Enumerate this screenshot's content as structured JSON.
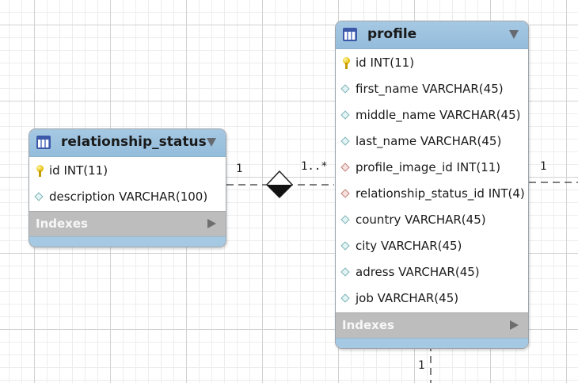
{
  "tables": {
    "relationship_status": {
      "title": "relationship_status",
      "columns": [
        {
          "icon": "primary-key",
          "text": "id INT(11)"
        },
        {
          "icon": "column",
          "text": "description VARCHAR(100)"
        }
      ],
      "indexes_label": "Indexes"
    },
    "profile": {
      "title": "profile",
      "columns": [
        {
          "icon": "primary-key",
          "text": "id INT(11)"
        },
        {
          "icon": "column",
          "text": "first_name VARCHAR(45)"
        },
        {
          "icon": "column",
          "text": "middle_name VARCHAR(45)"
        },
        {
          "icon": "column",
          "text": "last_name VARCHAR(45)"
        },
        {
          "icon": "foreign-key",
          "text": "profile_image_id INT(11)"
        },
        {
          "icon": "foreign-key",
          "text": "relationship_status_id INT(4)"
        },
        {
          "icon": "column",
          "text": "country VARCHAR(45)"
        },
        {
          "icon": "column",
          "text": "city VARCHAR(45)"
        },
        {
          "icon": "column",
          "text": "adress VARCHAR(45)"
        },
        {
          "icon": "column",
          "text": "job VARCHAR(45)"
        }
      ],
      "indexes_label": "Indexes"
    }
  },
  "relationships": {
    "status_to_profile": {
      "from_cardinality": "1",
      "to_cardinality": "1..*"
    },
    "profile_right": {
      "cardinality": "1"
    },
    "profile_bottom": {
      "cardinality": "1"
    }
  },
  "colors": {
    "header": "#a6c9e3",
    "indexes_bar": "#bdbdbd",
    "column_marker": "#7fb2b6",
    "foreign_key_marker": "#c2807a",
    "primary_key": "#e3b800"
  }
}
